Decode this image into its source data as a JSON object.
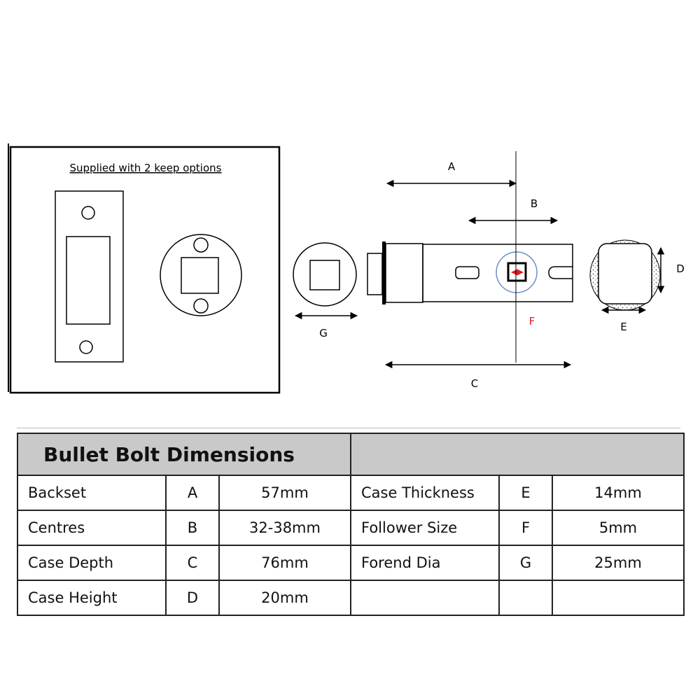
{
  "keep_box": {
    "title": "Supplied with 2 keep options"
  },
  "diagram_labels": {
    "A": "A",
    "B": "B",
    "C": "C",
    "D": "D",
    "E": "E",
    "F": "F",
    "G": "G"
  },
  "colors": {
    "F_label": "#e02020",
    "follower_circle": "#6a8fc8",
    "header_bg": "#c9c9c9"
  },
  "table": {
    "title": "Bullet Bolt Dimensions",
    "rows": [
      {
        "left_name": "Backset",
        "left_code": "A",
        "left_value": "57mm",
        "right_name": "Case Thickness",
        "right_code": "E",
        "right_value": "14mm"
      },
      {
        "left_name": "Centres",
        "left_code": "B",
        "left_value": "32-38mm",
        "right_name": "Follower Size",
        "right_code": "F",
        "right_value": "5mm"
      },
      {
        "left_name": "Case Depth",
        "left_code": "C",
        "left_value": "76mm",
        "right_name": "Forend Dia",
        "right_code": "G",
        "right_value": "25mm"
      },
      {
        "left_name": "Case Height",
        "left_code": "D",
        "left_value": "20mm",
        "right_name": "",
        "right_code": "",
        "right_value": ""
      }
    ]
  }
}
